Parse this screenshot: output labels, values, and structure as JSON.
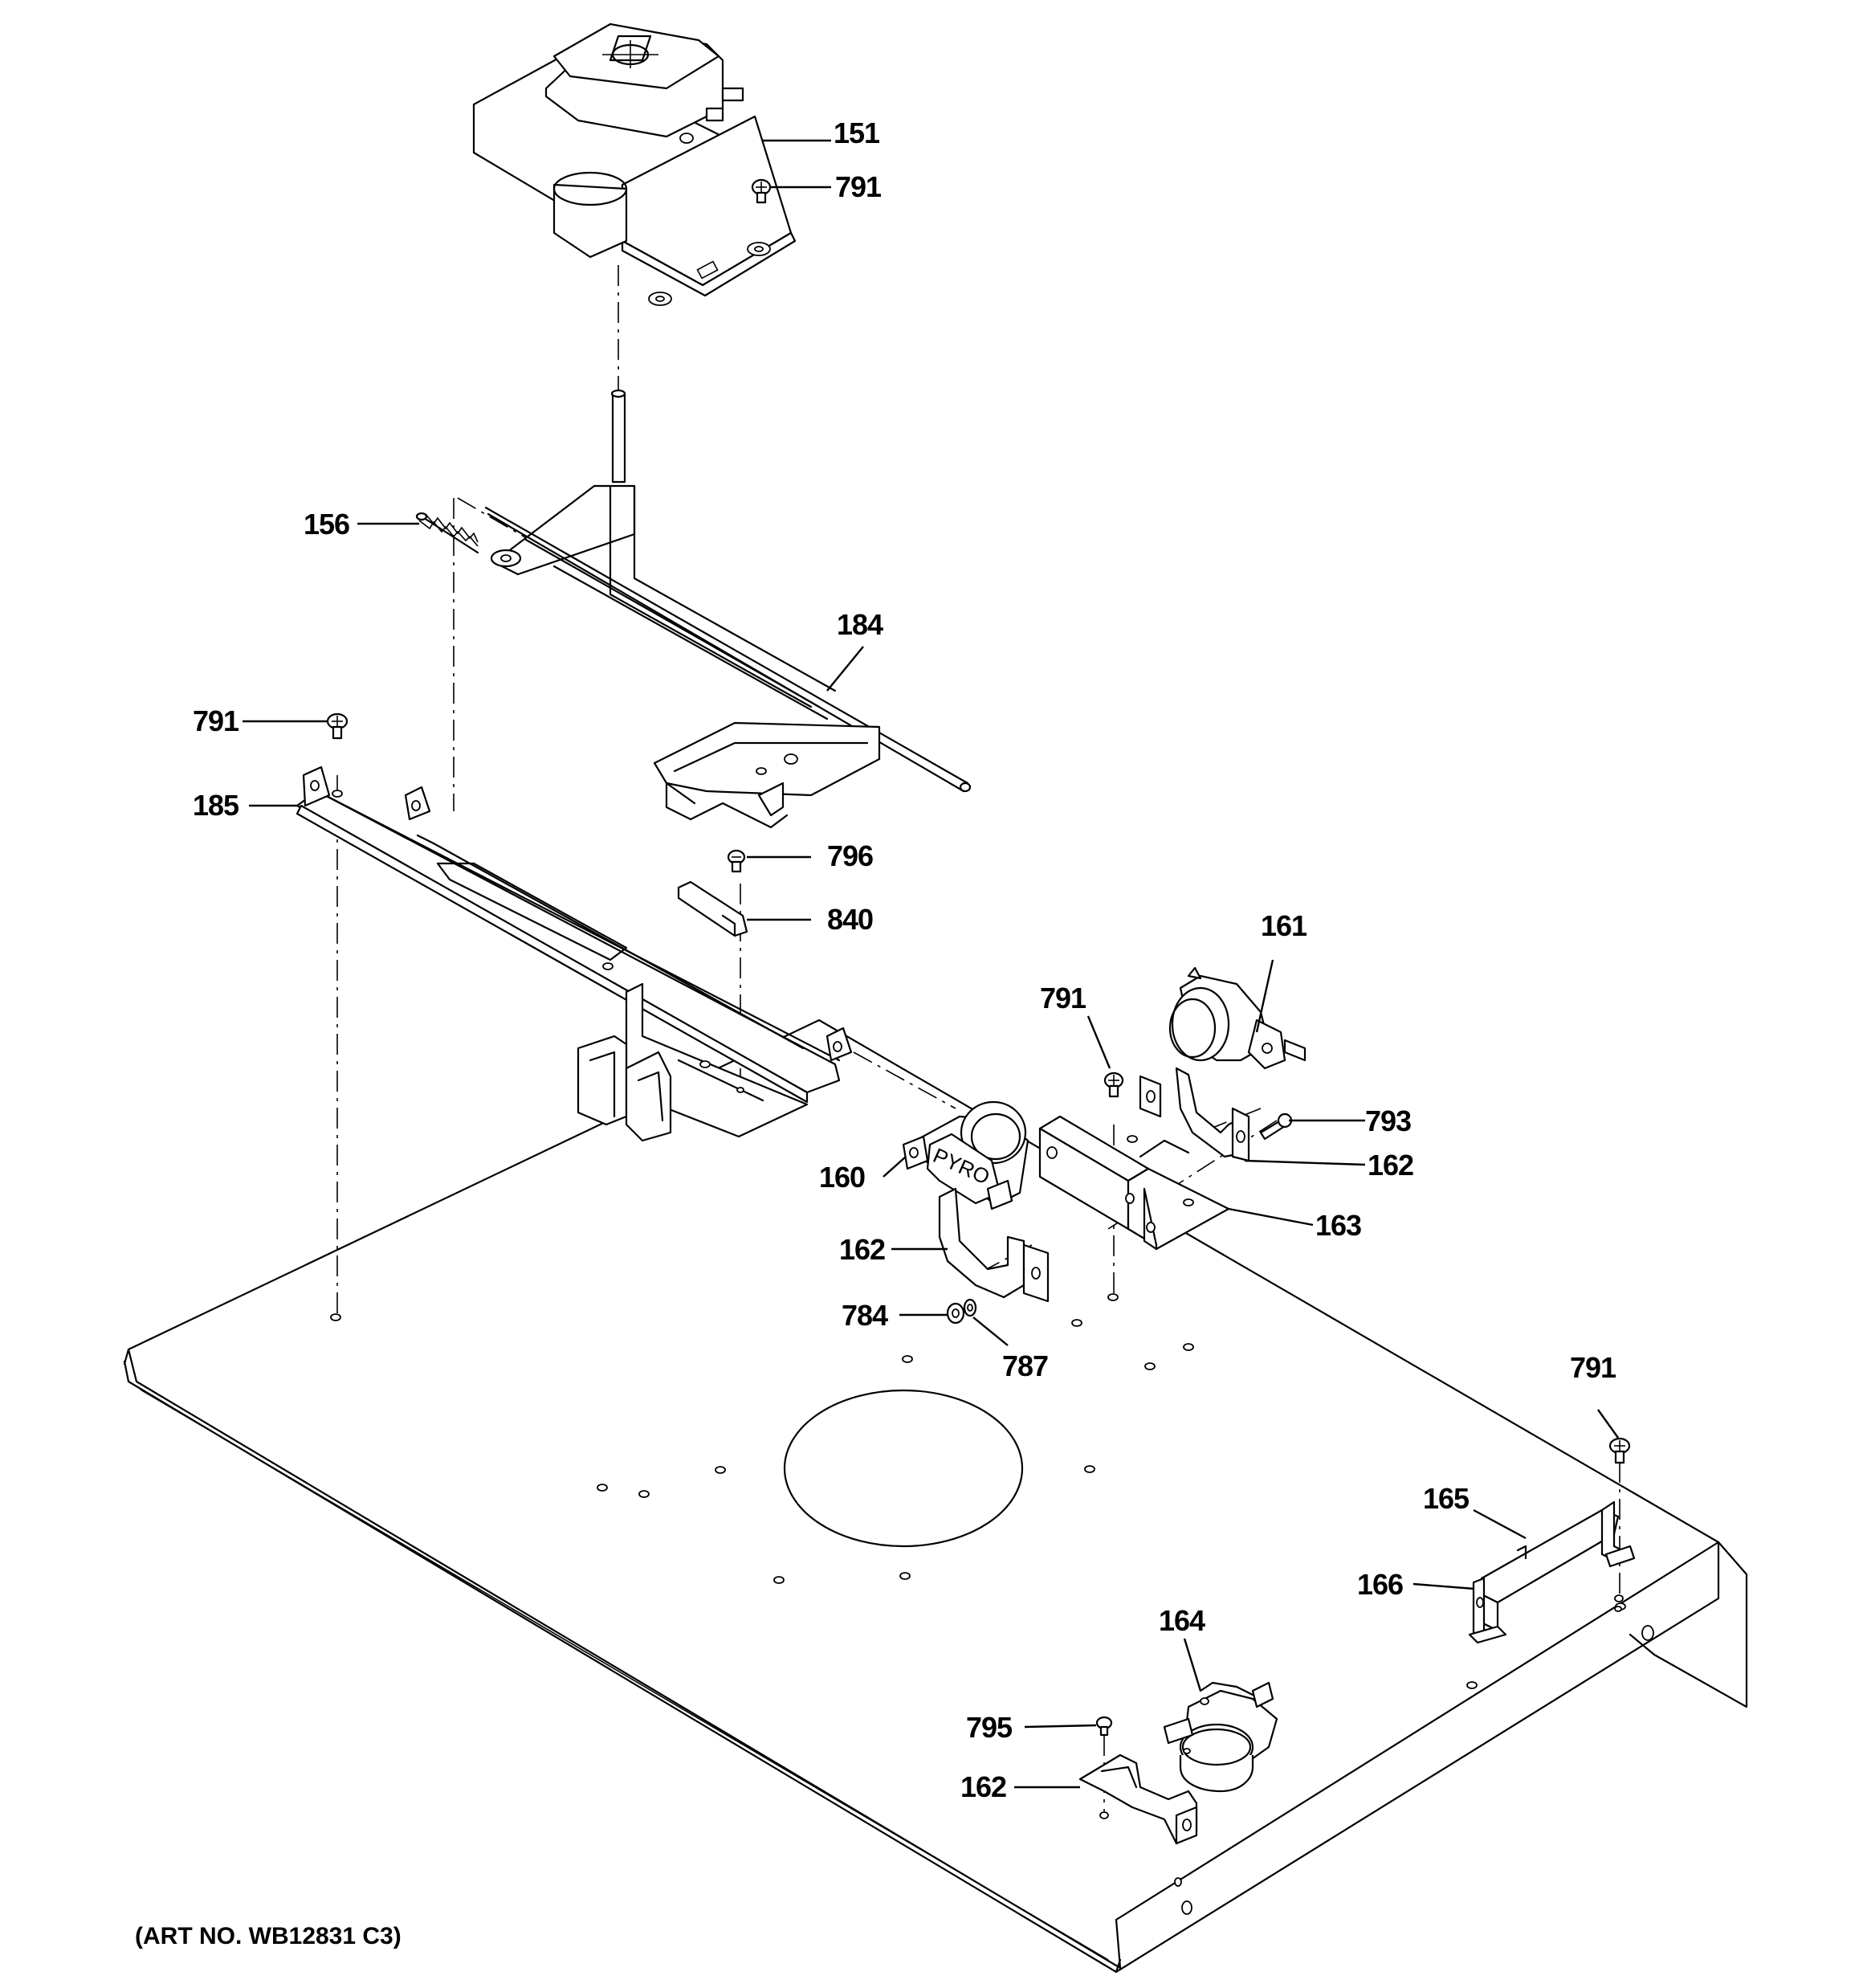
{
  "diagram": {
    "art_number": "(ART NO. WB12831 C3)",
    "component_text": "PYRO",
    "callouts": {
      "c151": "151",
      "c791_top": "791",
      "c156": "156",
      "c184": "184",
      "c791_left": "791",
      "c185": "185",
      "c796": "796",
      "c840": "840",
      "c161": "161",
      "c791_mid": "791",
      "c793": "793",
      "c162_right": "162",
      "c160": "160",
      "c163": "163",
      "c162_left": "162",
      "c784": "784",
      "c787": "787",
      "c791_right": "791",
      "c165": "165",
      "c166": "166",
      "c164": "164",
      "c795": "795",
      "c162_bottom": "162"
    }
  }
}
